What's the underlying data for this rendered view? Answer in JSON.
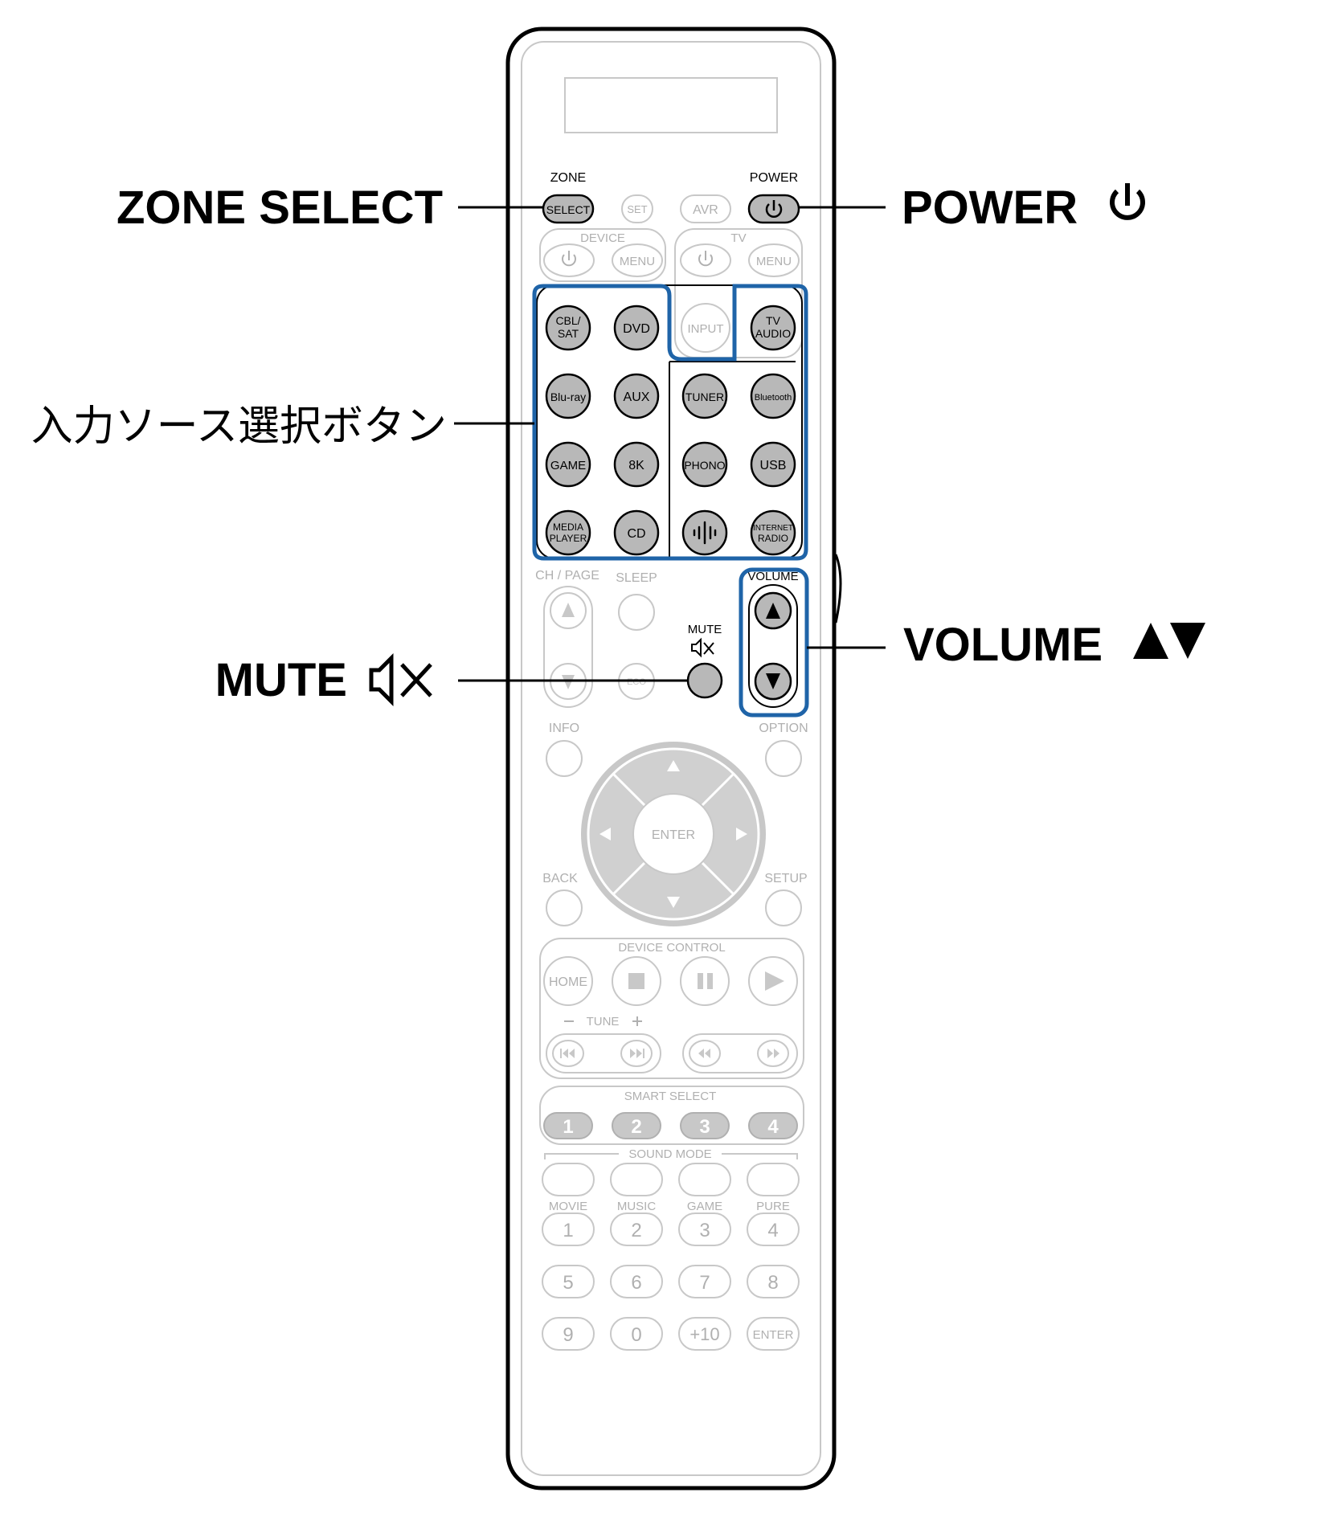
{
  "callouts": {
    "zone_select": "ZONE SELECT",
    "power": "POWER",
    "input_source": "入力ソース選択ボタン",
    "mute": "MUTE",
    "volume": "VOLUME"
  },
  "remote": {
    "top_row": {
      "zone_label": "ZONE",
      "select_label": "SELECT",
      "set_label": "SET",
      "avr_label": "AVR",
      "power_label": "POWER"
    },
    "device_group_label": "DEVICE",
    "device_menu_label": "MENU",
    "tv_group_label": "TV",
    "tv_menu_label": "MENU",
    "input_label": "INPUT",
    "sources": {
      "cbl_sat_1": "CBL/",
      "cbl_sat_2": "SAT",
      "dvd": "DVD",
      "tv_audio_1": "TV",
      "tv_audio_2": "AUDIO",
      "bluray": "Blu-ray",
      "aux": "AUX",
      "tuner": "TUNER",
      "bluetooth": "Bluetooth",
      "game": "GAME",
      "eightk": "8K",
      "phono": "PHONO",
      "usb": "USB",
      "media_player_1": "MEDIA",
      "media_player_2": "PLAYER",
      "cd": "CD",
      "internet_radio_1": "INTERNET",
      "internet_radio_2": "RADIO"
    },
    "ch_page_label": "CH / PAGE",
    "sleep_label": "SLEEP",
    "eco_label": "ECO",
    "mute_label": "MUTE",
    "volume_label": "VOLUME",
    "info_label": "INFO",
    "option_label": "OPTION",
    "enter_label": "ENTER",
    "back_label": "BACK",
    "setup_label": "SETUP",
    "device_control_label": "DEVICE CONTROL",
    "home_label": "HOME",
    "tune_label": "TUNE",
    "smart_select_label": "SMART SELECT",
    "smart_select_buttons": [
      "1",
      "2",
      "3",
      "4"
    ],
    "sound_mode_label": "SOUND MODE",
    "sound_modes": [
      "MOVIE",
      "MUSIC",
      "GAME",
      "PURE"
    ],
    "number_row_1": [
      "1",
      "2",
      "3",
      "4"
    ],
    "number_row_2": [
      "5",
      "6",
      "7",
      "8"
    ],
    "number_row_3": [
      "9",
      "0",
      "+10",
      "ENTER"
    ]
  },
  "colors": {
    "highlight_blue": "#1f64a8",
    "active_button_fill": "#b8b8b8",
    "inactive_outline": "#c8c8c8",
    "inactive_text": "#b0b0b0",
    "body_outline": "#000000"
  }
}
